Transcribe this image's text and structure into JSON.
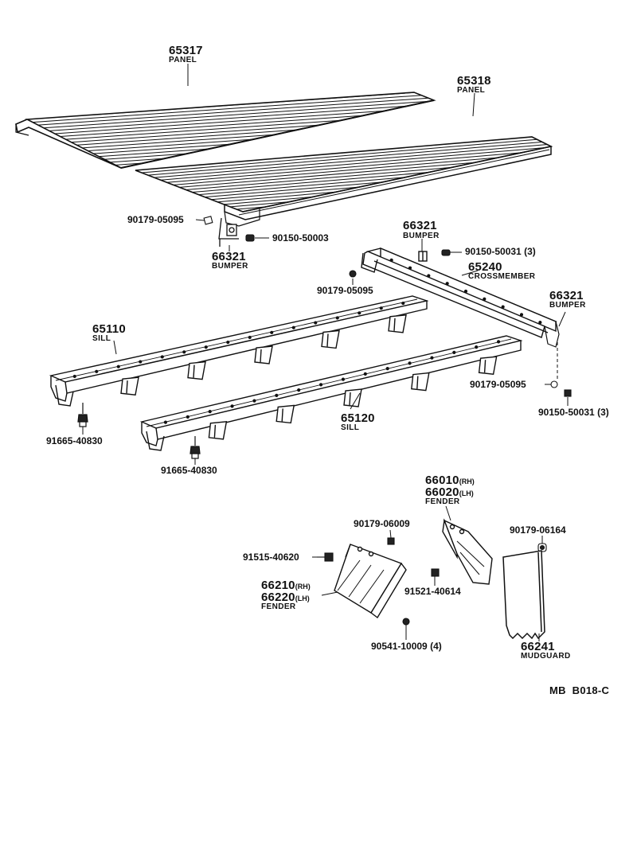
{
  "callouts": {
    "panel_65317": {
      "number": "65317",
      "name": "PANEL"
    },
    "panel_65318": {
      "number": "65318",
      "name": "PANEL"
    },
    "bolt_90179_05095_a": {
      "number": "90179-05095"
    },
    "nut_90150_50003": {
      "number": "90150-50003"
    },
    "bumper_66321_a": {
      "number": "66321",
      "name": "BUMPER"
    },
    "bumper_66321_b": {
      "number": "66321",
      "name": "BUMPER"
    },
    "nut_90150_50031_a": {
      "number": "90150-50031",
      "qty": "(3)"
    },
    "crossmember_65240": {
      "number": "65240",
      "name": "CROSSMEMBER"
    },
    "bolt_90179_05095_b": {
      "number": "90179-05095"
    },
    "bumper_66321_c": {
      "number": "66321",
      "name": "BUMPER"
    },
    "sill_65110": {
      "number": "65110",
      "name": "SILL"
    },
    "bolt_90179_05095_c": {
      "number": "90179-05095"
    },
    "nut_90150_50031_b": {
      "number": "90150-50031",
      "qty": "(3)"
    },
    "sill_65120": {
      "number": "65120",
      "name": "SILL"
    },
    "bolt_91665_40830_a": {
      "number": "91665-40830"
    },
    "bolt_91665_40830_b": {
      "number": "91665-40830"
    },
    "fender_66010": {
      "number": "66010",
      "side": "(RH)"
    },
    "fender_66020": {
      "number": "66020",
      "side": "(LH)",
      "name": "FENDER"
    },
    "bolt_90179_06009": {
      "number": "90179-06009"
    },
    "bolt_90179_06164": {
      "number": "90179-06164"
    },
    "bolt_91515_40620": {
      "number": "91515-40620"
    },
    "fender_66210": {
      "number": "66210",
      "side": "(RH)"
    },
    "fender_66220": {
      "number": "66220",
      "side": "(LH)",
      "name": "FENDER"
    },
    "bolt_91521_40614": {
      "number": "91521-40614"
    },
    "nut_90541_10009": {
      "number": "90541-10009",
      "qty": "(4)"
    },
    "mudguard_66241": {
      "number": "66241",
      "name": "MUDGUARD"
    }
  },
  "figure_ref": "MB  B018-C"
}
